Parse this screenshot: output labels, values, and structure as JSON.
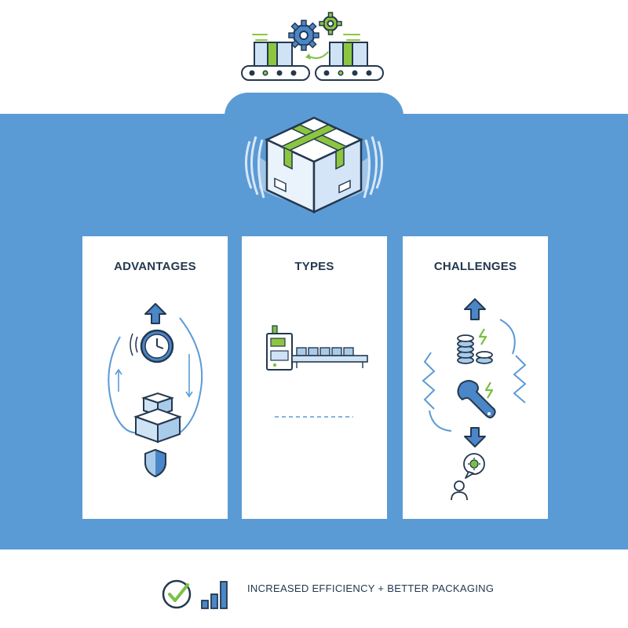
{
  "cards": [
    {
      "title": "ADVANTAGES"
    },
    {
      "title": "TYPES"
    },
    {
      "title": "CHALLENGES"
    }
  ],
  "footer": {
    "text": "INCREASED EFFICIENCY + BETTER PACKAGING"
  },
  "icons": {
    "header": "conveyor-gears-icon",
    "hero": "wrapped-box-icon",
    "advantages": [
      "up-arrow-icon",
      "clock-icon",
      "stacked-boxes-icon",
      "shield-icon"
    ],
    "types": [
      "packaging-machine-conveyor-icon"
    ],
    "challenges": [
      "up-arrow-icon",
      "coins-icon",
      "wrench-icon",
      "down-arrow-icon",
      "person-idea-icon"
    ],
    "footer": [
      "checkmark-icon",
      "bar-chart-icon"
    ]
  },
  "colors": {
    "band": "#5b9bd5",
    "accent_green": "#7ac143",
    "navy": "#24384f"
  }
}
